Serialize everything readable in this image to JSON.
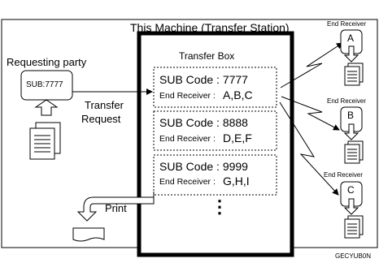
{
  "machine_title": "This Machine (Transfer Station)",
  "transfer_box_label": "Transfer Box",
  "requesting_party_label": "Requesting party",
  "requester_sub_code": "SUB:7777",
  "transfer_request_line1": "Transfer",
  "transfer_request_line2": "Request",
  "print_label": "Print",
  "sub_boxes": [
    {
      "sub_code_text": "SUB Code : 7777",
      "end_receiver_label": "End Receiver :",
      "end_receiver_value": "A,B,C"
    },
    {
      "sub_code_text": "SUB Code : 8888",
      "end_receiver_label": "End Receiver :",
      "end_receiver_value": "D,E,F"
    },
    {
      "sub_code_text": "SUB Code : 9999",
      "end_receiver_label": "End Receiver :",
      "end_receiver_value": "G,H,I"
    }
  ],
  "more_indicator": "⋮",
  "end_receivers": [
    {
      "label": "End Receiver",
      "letter": "A"
    },
    {
      "label": "End Receiver",
      "letter": "B"
    },
    {
      "label": "End Receiver",
      "letter": "C"
    }
  ],
  "figure_code": "GECYUB0N"
}
